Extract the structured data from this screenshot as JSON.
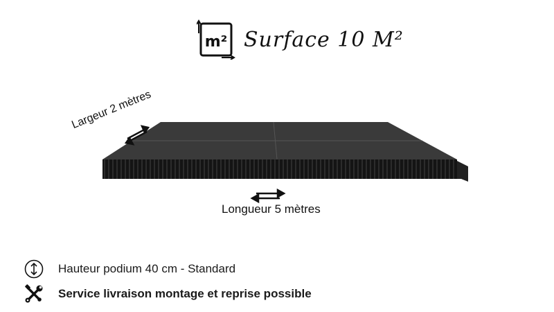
{
  "header": {
    "icon": "area-square-meter-icon",
    "icon_text": "m²",
    "title": "Surface 10 M²"
  },
  "diagram": {
    "width_label": "Largeur 2 mètres",
    "length_label": "Longueur 5 mètres",
    "colors": {
      "deck_top": "#3a3a3a",
      "deck_side": "#111111"
    }
  },
  "features": [
    {
      "icon": "vertical-arrows-icon",
      "text": "Hauteur podium 40 cm - Standard",
      "bold": false
    },
    {
      "icon": "tools-icon",
      "text": "Service livraison montage et reprise possible",
      "bold": true
    }
  ]
}
